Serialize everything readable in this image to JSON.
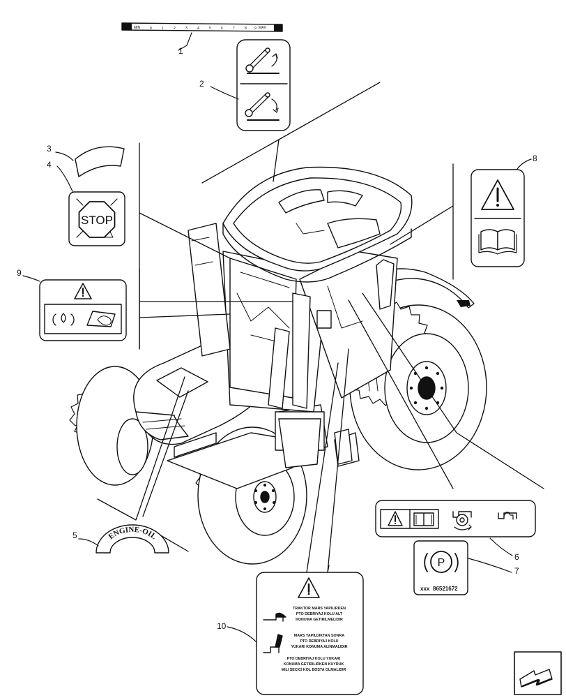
{
  "callouts": {
    "c1": "1",
    "c2": "2",
    "c3": "3",
    "c4": "4",
    "c5": "5",
    "c6": "6",
    "c7": "7",
    "c8": "8",
    "c9": "9",
    "c10": "10"
  },
  "decals": {
    "ruler": {
      "min_label": "MIN",
      "max_label": "MAX",
      "digits": [
        "0",
        "1",
        "2",
        "3",
        "4",
        "5",
        "6",
        "7",
        "8",
        "9"
      ]
    },
    "stop_label": "STOP",
    "engine_oil_label": "ENGINE-OIL",
    "parking_code": "86521672",
    "parking_prefix": "xxx",
    "parking_letter": "P",
    "warning_lines": [
      "TRAKTOR MARS YAPILIRKEN",
      "PTO DEBRIYAJ KOLU ALT",
      "KONUMA GETIRILMELIDIR",
      "MARS YAPILDIKTAN SONRA",
      "PTO DEBRIYAJ KOLU",
      "YUKARI KONUMA ALINMALIDIR",
      "PTO DEBRIYAJ KOLU YUKARI",
      "KONUMA GETIRILIRKEN KUYRUK",
      "MILI SECICI KOL BOSTA OLMALIDIR"
    ]
  },
  "icons": {
    "warning": "warning-triangle-icon",
    "manual": "operator-manual-icon",
    "next_page": "next-page-arrow-icon"
  }
}
